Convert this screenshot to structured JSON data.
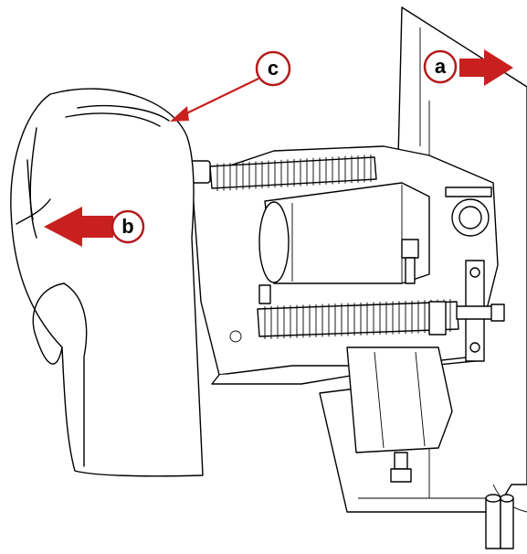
{
  "callouts": {
    "a": {
      "letter": "a"
    },
    "b": {
      "letter": "b"
    },
    "c": {
      "letter": "c"
    }
  },
  "colors": {
    "callout_stroke": "#b31b1b",
    "arrow_fill": "#c8201f",
    "line_art": "#000000"
  }
}
